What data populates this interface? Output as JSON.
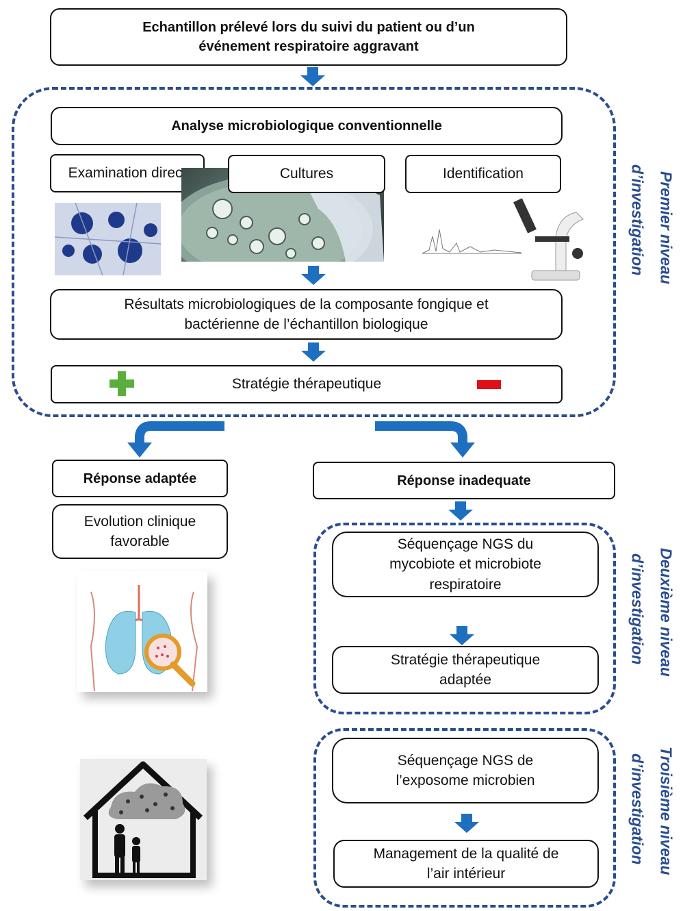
{
  "top": {
    "line1": "Echantillon prélevé lors du suivi du patient ou d’un",
    "line2": "événement respiratoire aggravant"
  },
  "level1": {
    "label_line1": "Premier niveau",
    "label_line2": "d’investigation",
    "analysis_title": "Analyse microbiologique conventionnelle",
    "exam_direct": "Examination direct",
    "cultures": "Cultures",
    "identification": "Identification",
    "results_line1": "Résultats microbiologiques de la composante fongique et",
    "results_line2": "bactérienne de l’échantillon biologique",
    "strategy": "Stratégie thérapeutique"
  },
  "left_branch": {
    "response": "Réponse adaptée",
    "evolution_line1": "Evolution clinique",
    "evolution_line2": "favorable"
  },
  "right_branch": {
    "response": "Réponse inadequate"
  },
  "level2": {
    "label_line1": "Deuxième niveau",
    "label_line2": "d’investigation",
    "ngs_line1": "Séquençage NGS du",
    "ngs_line2": "mycobiote et microbiote",
    "ngs_line3": "respiratoire",
    "strategy_line1": "Stratégie thérapeutique",
    "strategy_line2": "adaptée"
  },
  "level3": {
    "label_line1": "Troisième niveau",
    "label_line2": "d’investigation",
    "ngs_line1": "Séquençage NGS de",
    "ngs_line2": "l’exposome microbien",
    "air_line1": "Management de la qualité de",
    "air_line2": "l’air intérieur"
  },
  "colors": {
    "arrow": "#1f6fc1",
    "region": "#2a4d8f",
    "plus": "#5aae3b",
    "minus": "#e0101a"
  },
  "icons": [
    "plus-icon",
    "minus-icon",
    "microscope-icon",
    "lungs-magnifier-icon",
    "house-icon"
  ]
}
